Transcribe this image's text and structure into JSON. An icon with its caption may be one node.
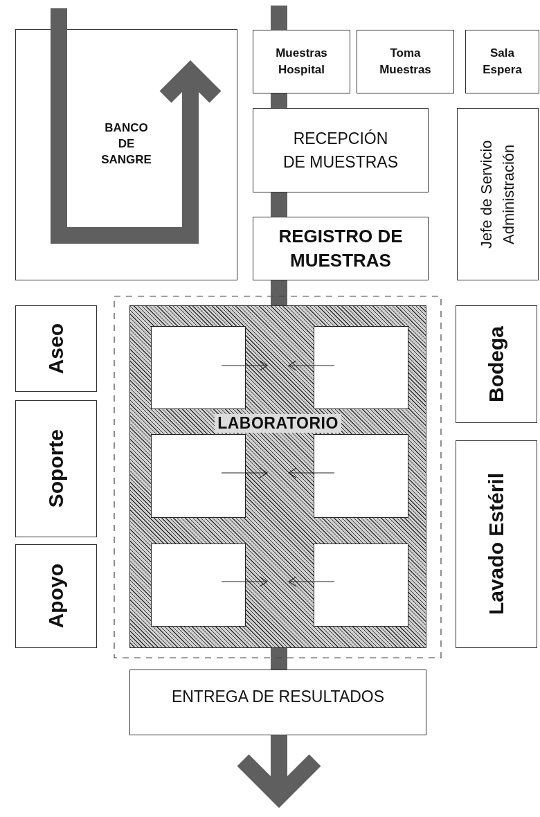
{
  "diagram": {
    "nodes": [
      {
        "text": [
          "BANCO DE SANGRE"
        ]
      },
      {
        "text": [
          "Muestras Hospital"
        ]
      },
      {
        "text": [
          "Toma Muestras"
        ]
      },
      {
        "text": [
          "Sala Espera"
        ]
      },
      {
        "text": [
          "RECEPCIÓN DE MUESTRAS"
        ]
      },
      {
        "text": [
          "Jefe de Servicio Administración"
        ]
      },
      {
        "text": [
          "REGISTRO DE MUESTRAS"
        ]
      },
      {
        "text": [
          "Aseo"
        ]
      },
      {
        "text": [
          "LABORATORIO"
        ]
      },
      {
        "text": [],
        "shape": "box",
        "in": 8
      },
      {
        "text": [],
        "shape": "box",
        "in": 8
      },
      {
        "text": [],
        "shape": "box",
        "in": 8
      },
      {
        "text": [],
        "shape": "box",
        "in": 8
      },
      {
        "text": [],
        "shape": "box",
        "in": 8
      },
      {
        "text": [],
        "shape": "box",
        "in": 8
      },
      {
        "text": [
          "Bodega"
        ]
      },
      {
        "text": [
          "Soporte"
        ]
      },
      {
        "text": [
          "Lavado Estéril"
        ]
      },
      {
        "text": [
          "Apoyo"
        ]
      },
      {
        "text": [
          "ENTREGA DE RESULTADOS"
        ]
      }
    ],
    "edges": [
      {
        "from": null,
        "to": 1,
        "arrow": "none"
      },
      {
        "from": 1,
        "to": 4,
        "arrow": "none"
      },
      {
        "from": 4,
        "to": 6,
        "arrow": "none"
      },
      {
        "from": 6,
        "to": 8,
        "arrow": "none"
      },
      {
        "from": 8,
        "to": 19,
        "arrow": "none"
      },
      {
        "from": 19,
        "to": null,
        "arrow": "to"
      },
      {
        "from": null,
        "to": 0,
        "arrow": "to"
      }
    ]
  }
}
